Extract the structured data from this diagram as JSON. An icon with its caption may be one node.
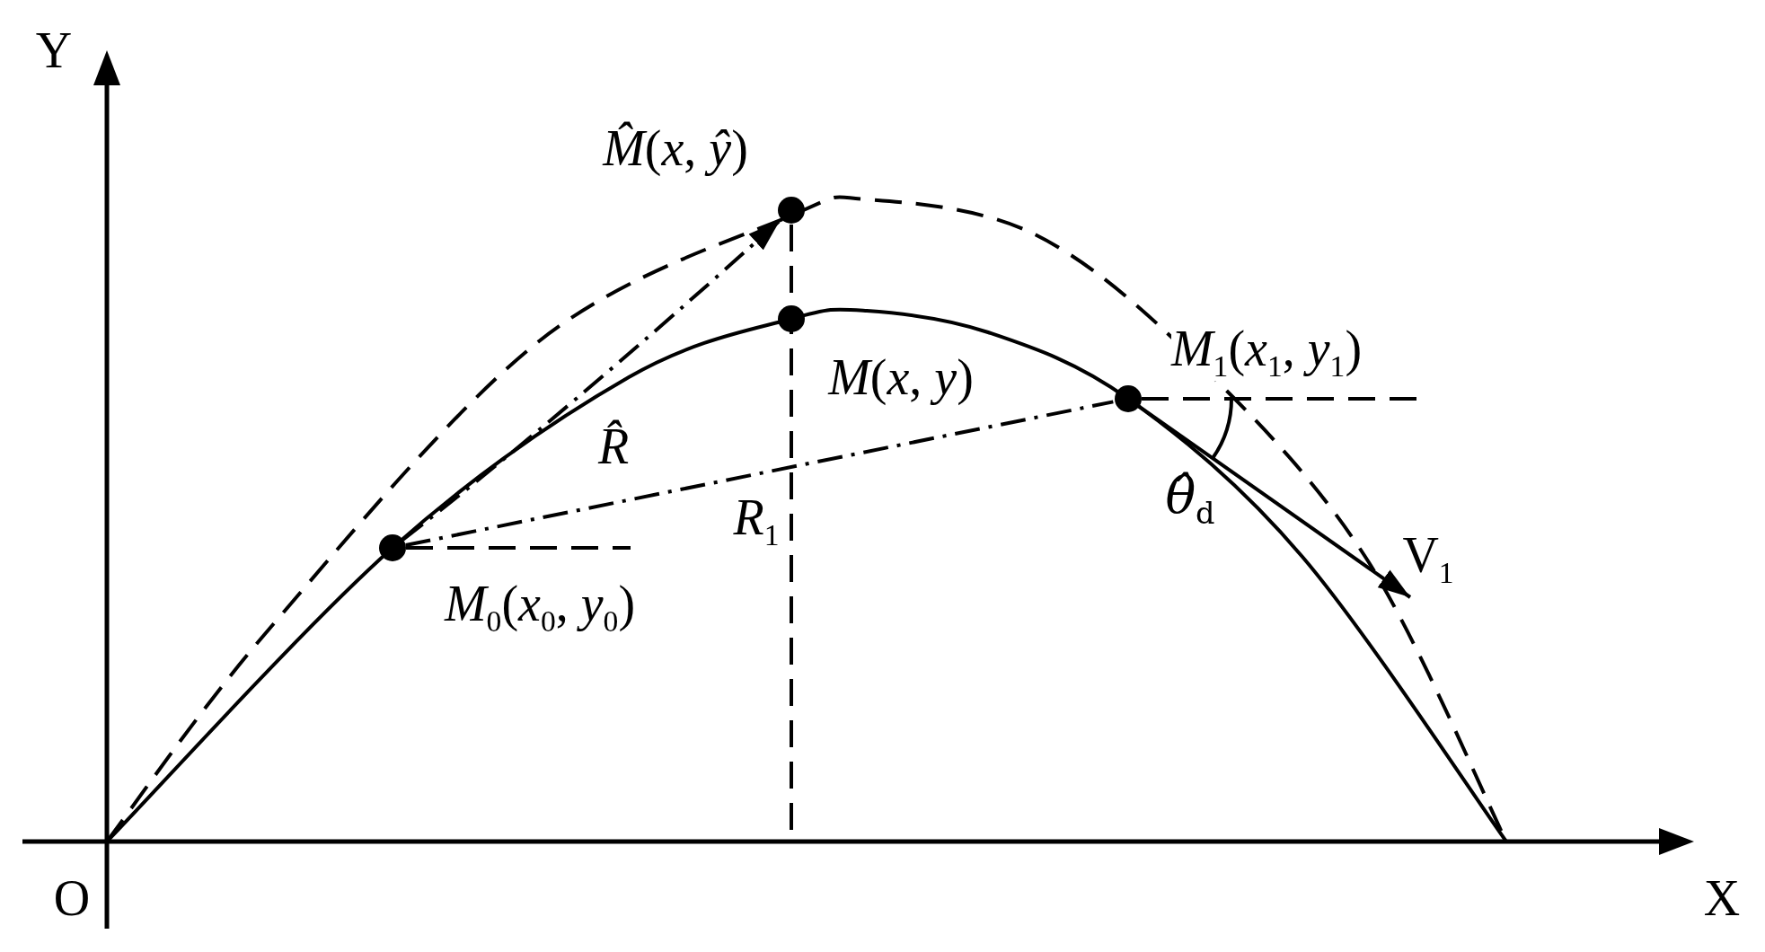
{
  "diagram": {
    "nodes": [
      {
        "text": [],
        "shape": "circle",
        "beside": [
          "*M̂*(*x*, *ŷ*)"
        ]
      },
      {
        "text": [],
        "shape": "circle",
        "beside": [
          "*M*(*x*, *y*)"
        ]
      },
      {
        "text": [],
        "shape": "circle",
        "beside": [
          "*M*$_{1}$(*x*$_{1}$, *y*$_{1}$)"
        ]
      },
      {
        "text": [],
        "shape": "circle",
        "beside": [
          "*M*$_{0}$(*x*$_{0}$, *y*$_{0}$)"
        ]
      }
    ],
    "edges": [
      {
        "from": 3,
        "to": 0,
        "arrow": "to",
        "style": "dashed",
        "label": "R̂"
      },
      {
        "from": 3,
        "to": 2,
        "arrow": "none",
        "style": "dashed",
        "label": "*R*$_{1}$"
      },
      {
        "from": 2,
        "to": null,
        "arrow": "to",
        "label": "V$_{1}$"
      }
    ],
    "labels": [
      "Y",
      "*θ̂*$_{d}$",
      "O",
      "X"
    ]
  }
}
